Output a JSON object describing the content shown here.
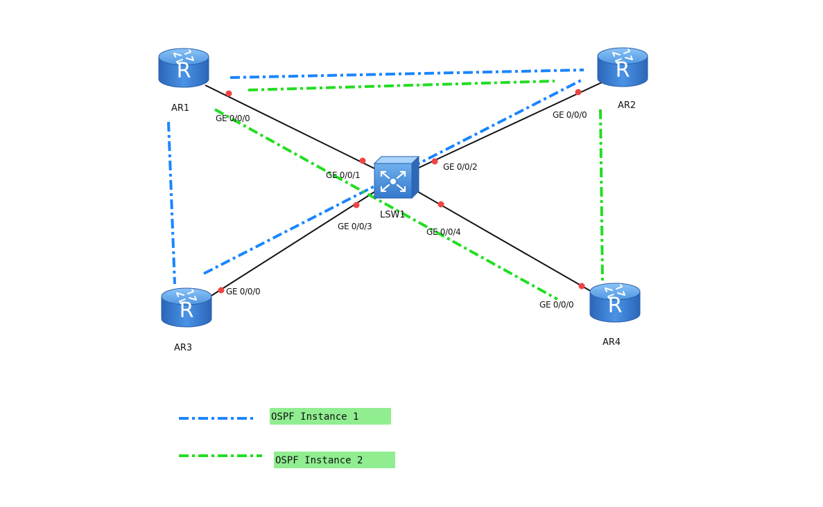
{
  "diagram": {
    "nodes": [
      {
        "id": "AR1",
        "label": "AR1",
        "type": "router"
      },
      {
        "id": "AR2",
        "label": "AR2",
        "type": "router"
      },
      {
        "id": "AR3",
        "label": "AR3",
        "type": "router"
      },
      {
        "id": "AR4",
        "label": "AR4",
        "type": "router"
      },
      {
        "id": "LSW1",
        "label": "LSW1",
        "type": "switch"
      }
    ],
    "links": [
      {
        "from": "AR1",
        "from_port": "GE 0/0/0",
        "to": "LSW1",
        "to_port": "GE 0/0/1"
      },
      {
        "from": "AR2",
        "from_port": "GE 0/0/0",
        "to": "LSW1",
        "to_port": "GE 0/0/2"
      },
      {
        "from": "AR3",
        "from_port": "GE 0/0/0",
        "to": "LSW1",
        "to_port": "GE 0/0/3"
      },
      {
        "from": "AR4",
        "from_port": "GE 0/0/0",
        "to": "LSW1",
        "to_port": "GE 0/0/4"
      }
    ],
    "ospf_adjacencies": [
      {
        "instance": 1,
        "between": [
          "AR1",
          "AR2"
        ]
      },
      {
        "instance": 1,
        "between": [
          "AR1",
          "AR3"
        ]
      },
      {
        "instance": 1,
        "between": [
          "AR3",
          "AR2"
        ]
      },
      {
        "instance": 2,
        "between": [
          "AR1",
          "AR2"
        ]
      },
      {
        "instance": 2,
        "between": [
          "AR2",
          "AR4"
        ]
      },
      {
        "instance": 2,
        "between": [
          "AR1",
          "AR4"
        ]
      }
    ],
    "legend": [
      {
        "label": "OSPF Instance 1",
        "color": "#1a85ff"
      },
      {
        "label": "OSPF Instance 2",
        "color": "#22dd22"
      }
    ]
  },
  "colors": {
    "link": "#111111",
    "port_dot": "#ee4444",
    "router_body": "#3a7fd6",
    "legend_bg": "#90ee90"
  }
}
